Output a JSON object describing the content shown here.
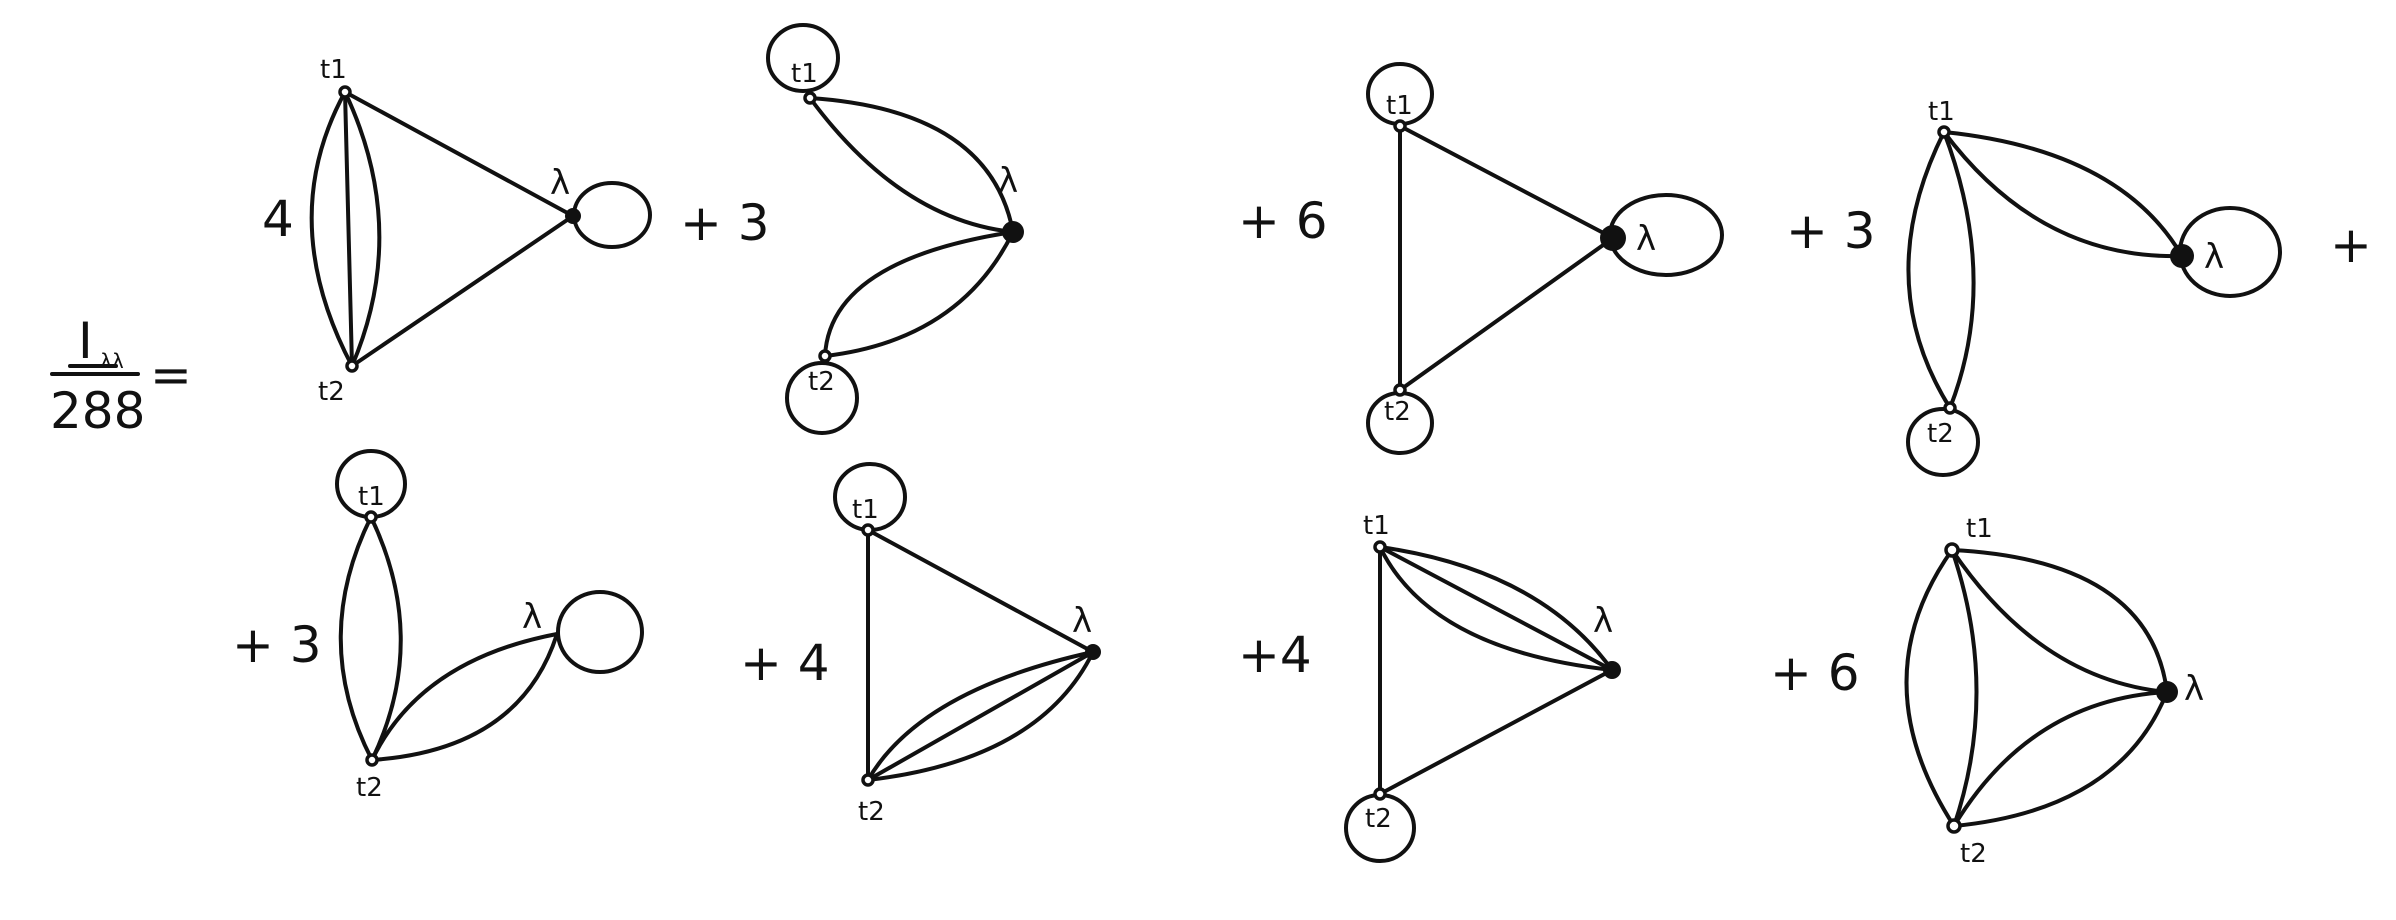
{
  "equation": {
    "lhs_symbol": "I",
    "lhs_subscript": "λλ",
    "denominator": "288",
    "equals": "="
  },
  "labels": {
    "t1": "t1",
    "t2": "t2",
    "lambda": "λ"
  },
  "coefficients": {
    "d1": "4",
    "d2": "+ 3",
    "d3": "+ 6",
    "d4": "+ 3",
    "trailing_plus": "+",
    "d5": "+ 3",
    "d6": "+ 4",
    "d7": "+4",
    "d8": "+ 6"
  }
}
